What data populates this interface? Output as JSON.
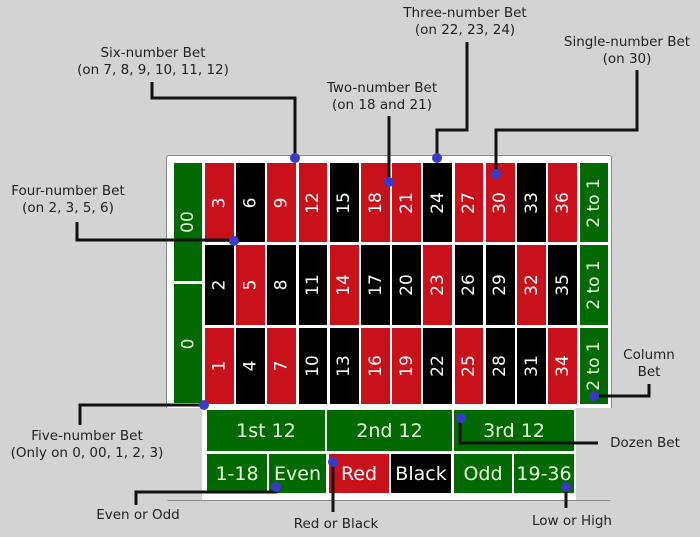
{
  "table": {
    "zeros": [
      {
        "label": "00",
        "color": "green"
      },
      {
        "label": "0",
        "color": "green"
      }
    ],
    "columns": [
      [
        {
          "n": "3",
          "c": "red"
        },
        {
          "n": "2",
          "c": "black"
        },
        {
          "n": "1",
          "c": "red"
        }
      ],
      [
        {
          "n": "6",
          "c": "black"
        },
        {
          "n": "5",
          "c": "red"
        },
        {
          "n": "4",
          "c": "black"
        }
      ],
      [
        {
          "n": "9",
          "c": "red"
        },
        {
          "n": "8",
          "c": "black"
        },
        {
          "n": "7",
          "c": "red"
        }
      ],
      [
        {
          "n": "12",
          "c": "red"
        },
        {
          "n": "11",
          "c": "black"
        },
        {
          "n": "10",
          "c": "black"
        }
      ],
      [
        {
          "n": "15",
          "c": "black"
        },
        {
          "n": "14",
          "c": "red"
        },
        {
          "n": "13",
          "c": "black"
        }
      ],
      [
        {
          "n": "18",
          "c": "red"
        },
        {
          "n": "17",
          "c": "black"
        },
        {
          "n": "16",
          "c": "red"
        }
      ],
      [
        {
          "n": "21",
          "c": "red"
        },
        {
          "n": "20",
          "c": "black"
        },
        {
          "n": "19",
          "c": "red"
        }
      ],
      [
        {
          "n": "24",
          "c": "black"
        },
        {
          "n": "23",
          "c": "red"
        },
        {
          "n": "22",
          "c": "black"
        }
      ],
      [
        {
          "n": "27",
          "c": "red"
        },
        {
          "n": "26",
          "c": "black"
        },
        {
          "n": "25",
          "c": "red"
        }
      ],
      [
        {
          "n": "30",
          "c": "red"
        },
        {
          "n": "29",
          "c": "black"
        },
        {
          "n": "28",
          "c": "black"
        }
      ],
      [
        {
          "n": "33",
          "c": "black"
        },
        {
          "n": "32",
          "c": "red"
        },
        {
          "n": "31",
          "c": "black"
        }
      ],
      [
        {
          "n": "36",
          "c": "red"
        },
        {
          "n": "35",
          "c": "black"
        },
        {
          "n": "34",
          "c": "red"
        }
      ]
    ],
    "column_bets": [
      "2 to 1",
      "2 to 1",
      "2 to 1"
    ],
    "dozens": [
      "1st 12",
      "2nd 12",
      "3rd 12"
    ],
    "outside_bets": [
      {
        "label": "1-18",
        "color": "green"
      },
      {
        "label": "Even",
        "color": "green"
      },
      {
        "label": "Red",
        "color": "red"
      },
      {
        "label": "Black",
        "color": "black"
      },
      {
        "label": "Odd",
        "color": "green"
      },
      {
        "label": "19-36",
        "color": "green"
      }
    ]
  },
  "callouts": {
    "six_number": {
      "title": "Six-number Bet",
      "detail": "(on 7, 8, 9, 10, 11, 12)"
    },
    "three_number": {
      "title": "Three-number Bet",
      "detail": "(on 22, 23, 24)"
    },
    "two_number": {
      "title": "Two-number Bet",
      "detail": "(on 18 and 21)"
    },
    "single_number": {
      "title": "Single-number Bet",
      "detail": "(on 30)"
    },
    "four_number": {
      "title": "Four-number Bet",
      "detail": "(on 2, 3, 5, 6)"
    },
    "five_number": {
      "title": "Five-number Bet",
      "detail": "(Only on 0, 00, 1, 2, 3)"
    },
    "column": {
      "title": "Column",
      "detail": "Bet"
    },
    "dozen": {
      "title": "Dozen Bet"
    },
    "even_odd": {
      "title": "Even or Odd"
    },
    "red_black": {
      "title": "Red or Black"
    },
    "low_high": {
      "title": "Low or High"
    }
  },
  "colors": {
    "green": "#006a00",
    "red": "#c8111a",
    "black": "#000000",
    "marker": "#3a3ac8",
    "background": "#d3d3d3"
  }
}
